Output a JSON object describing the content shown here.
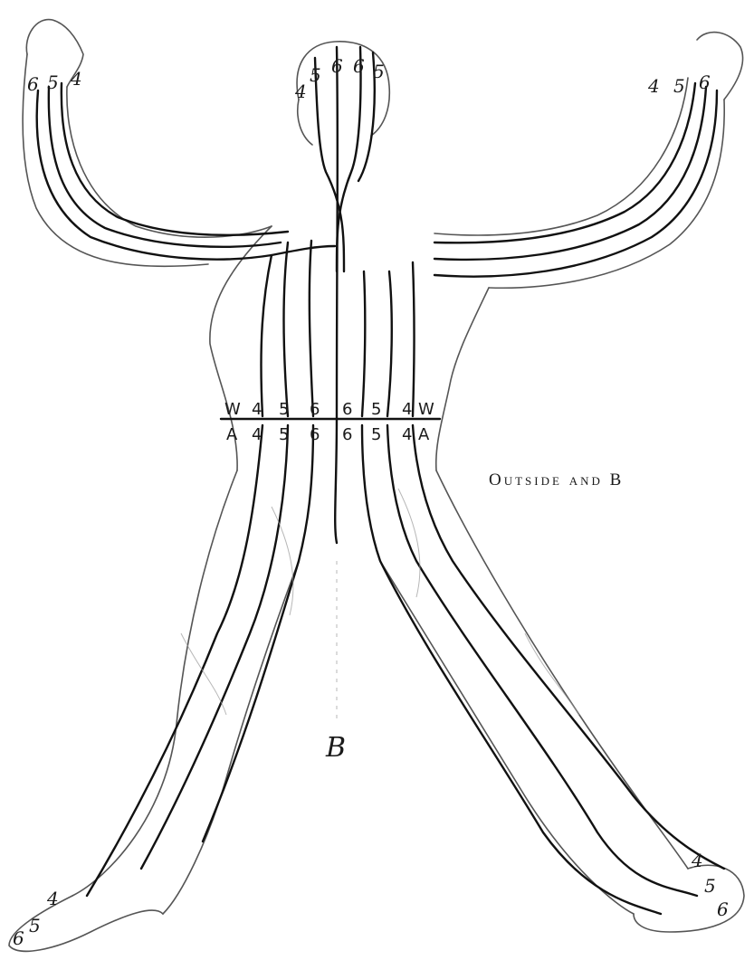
{
  "caption": "Outside and B",
  "figure_letter": "B",
  "waist_line": {
    "upper": [
      "W",
      "4",
      "5",
      "6",
      "6",
      "5",
      "4",
      "W"
    ],
    "lower": [
      "A",
      "4",
      "5",
      "6",
      "6",
      "5",
      "4",
      "A"
    ]
  },
  "head_labels": [
    "4",
    "5",
    "6",
    "6",
    "5"
  ],
  "left_hand_labels": [
    "6",
    "5",
    "4"
  ],
  "right_hand_labels": [
    "4",
    "5",
    "6"
  ],
  "left_foot_labels": [
    "6",
    "5",
    "4"
  ],
  "right_foot_labels": [
    "4",
    "5",
    "6"
  ]
}
